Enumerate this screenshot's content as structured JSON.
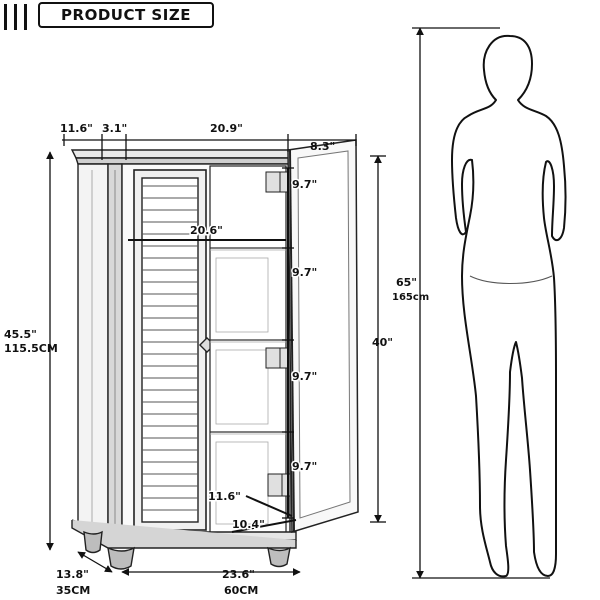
{
  "header": {
    "title": "PRODUCT SIZE"
  },
  "dimensions": {
    "top_side_depth": "11.6\"",
    "top_trim_depth": "3.1\"",
    "top_width": "20.9\"",
    "door_depth": "8.3\"",
    "shelf_width": "20.6\"",
    "shelf_gap_1": "9.7\"",
    "shelf_gap_2": "9.7\"",
    "shelf_gap_3": "9.7\"",
    "shelf_gap_4": "9.7\"",
    "height_in": "45.5\"",
    "height_cm": "115.5CM",
    "door_height": "40\"",
    "bottom_depth_inner": "11.6\"",
    "bottom_width_inner": "10.4\"",
    "base_depth_in": "13.8\"",
    "base_depth_cm": "35CM",
    "base_width_in": "23.6\"",
    "base_width_cm": "60CM",
    "person_height_in": "65\"",
    "person_height_cm": "165cm"
  },
  "icons": [
    "cabinet-illustration",
    "person-silhouette",
    "dimension-arrows"
  ]
}
